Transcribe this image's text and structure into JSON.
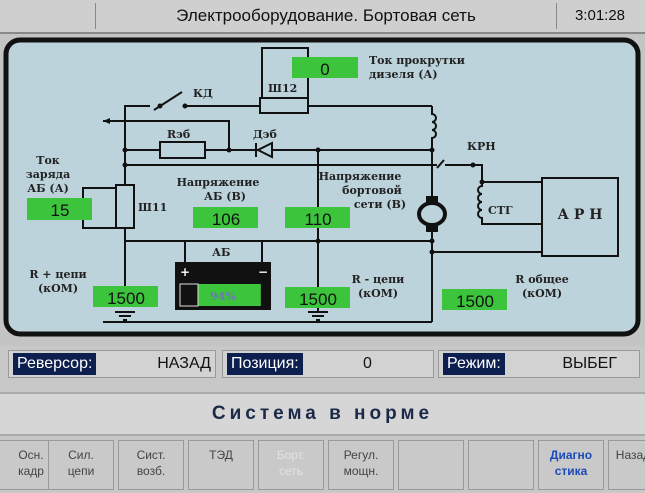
{
  "header": {
    "title": "Электрооборудование. Бортовая сеть",
    "time": "3:01:28"
  },
  "diagram": {
    "crank_current": {
      "label_1": "Ток прокрутки",
      "label_2": "дизеля (А)",
      "value": "0"
    },
    "charge_current": {
      "label_1": "Ток",
      "label_2": "заряда",
      "label_3": "АБ (А)",
      "value": "15"
    },
    "battery_voltage": {
      "label_1": "Напряжение",
      "label_2": "АБ (В)",
      "value": "106"
    },
    "network_voltage": {
      "label_1": "Напряжение",
      "label_2": "бортовой",
      "label_3": "сети (В)",
      "value": "110"
    },
    "r_plus": {
      "label_1": "R + цепи",
      "label_2": "(кОМ)",
      "value": "1500"
    },
    "r_minus": {
      "label_1": "R - цепи",
      "label_2": "(кОМ)",
      "value": "1500"
    },
    "r_total": {
      "label_1": "R общее",
      "label_2": "(кОМ)",
      "value": "1500"
    },
    "battery": {
      "label": "АБ",
      "charge_percent": 94,
      "charge_text": "94%",
      "plus": "+",
      "minus": "−"
    },
    "components": {
      "kd": "КД",
      "sh12": "Ш12",
      "sh11": "Ш11",
      "reb": "Rэб",
      "deb": "Дэб",
      "krn": "КРН",
      "stg": "СТГ",
      "arn": "А Р Н"
    }
  },
  "status": {
    "reverser_label": "Реверсор:",
    "reverser_value": "НАЗАД",
    "position_label": "Позиция:",
    "position_value": "0",
    "mode_label": "Режим:",
    "mode_value": "ВЫБЕГ"
  },
  "message": "Система в норме",
  "buttons": [
    {
      "label": "Осн.\nкадр"
    },
    {
      "label": "Сил.\nцепи"
    },
    {
      "label": "Сист.\nвозб."
    },
    {
      "label": "ТЭД"
    },
    {
      "label": "Борт.\nсеть"
    },
    {
      "label": "Регул.\nмощн."
    },
    {
      "label": ""
    },
    {
      "label": ""
    },
    {
      "label": "Диагно\nстика"
    },
    {
      "label": "Назад"
    }
  ],
  "colors": {
    "panel": "#bcd3db",
    "green": "#3cc43c",
    "label_bg": "#0c1f4e"
  }
}
